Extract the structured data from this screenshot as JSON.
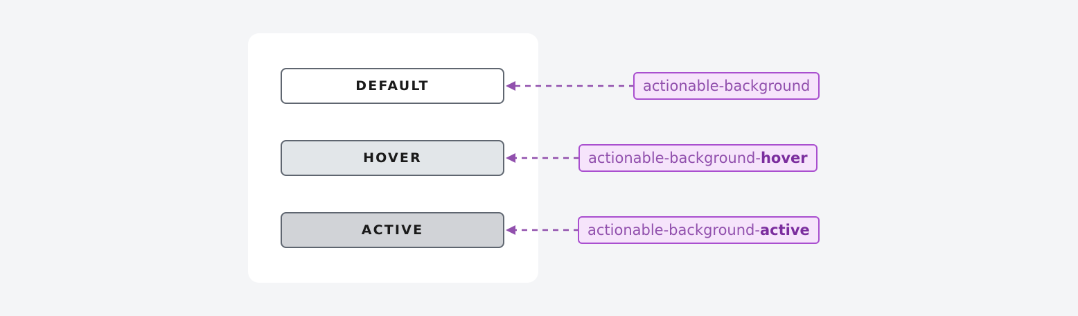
{
  "canvas": {
    "background_color": "#f4f5f7",
    "card_background_color": "#ffffff"
  },
  "card": {
    "buttons": [
      {
        "state": "default",
        "label": "DEFAULT",
        "fill_color": "#ffffff",
        "border_color": "#5f6670",
        "text_color": "#1a1a1a"
      },
      {
        "state": "hover",
        "label": "HOVER",
        "fill_color": "#e2e6e9",
        "border_color": "#5f6670",
        "text_color": "#1a1a1a"
      },
      {
        "state": "active",
        "label": "ACTIVE",
        "fill_color": "#d1d3d7",
        "border_color": "#5f6670",
        "text_color": "#1a1a1a"
      }
    ]
  },
  "annotations": {
    "chip_fill_color": "#f6e4fb",
    "chip_border_color": "#a94fcf",
    "chip_text_color": "#9150ad",
    "chip_emphasis_color": "#7b2d9e",
    "arrow_color": "#9150ad",
    "tokens": [
      {
        "state": "default",
        "base": "actionable-background",
        "suffix": "",
        "full": "actionable-background"
      },
      {
        "state": "hover",
        "base": "actionable-background-",
        "suffix": "hover",
        "full": "actionable-background-hover"
      },
      {
        "state": "active",
        "base": "actionable-background-",
        "suffix": "active",
        "full": "actionable-background-active"
      }
    ]
  }
}
